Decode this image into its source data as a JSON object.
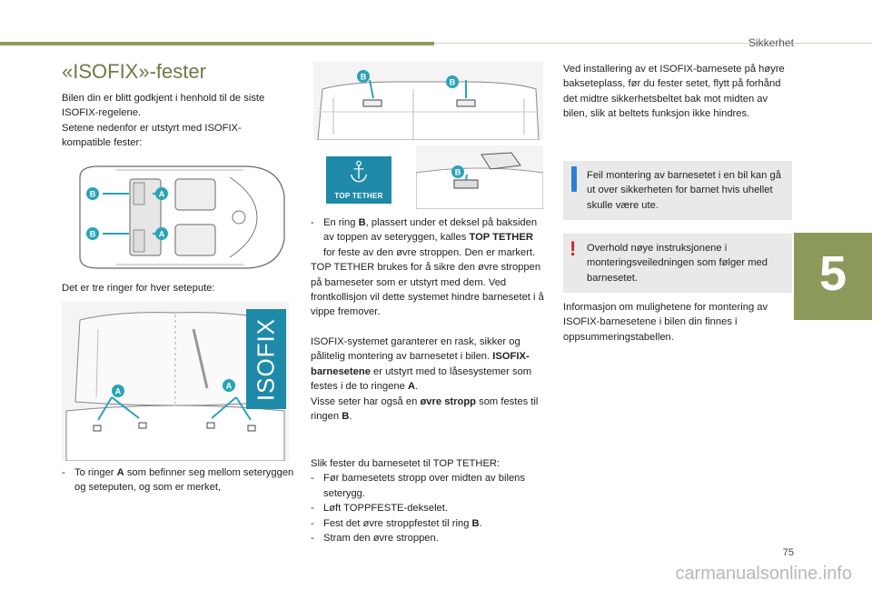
{
  "header": {
    "section": "Sikkerhet",
    "chapter": "5"
  },
  "page": {
    "number": "75",
    "watermark": "carmanualsonline.info"
  },
  "title": "«ISOFIX»-fester",
  "intro": {
    "p1": "Bilen din er blitt godkjent i henhold til de siste ISOFIX-regelene.",
    "p2": "Setene nedenfor er utstyrt med ISOFIX-kompatible fester:"
  },
  "three_rings": "Det er tre ringer for hver setepute:",
  "ring_a": {
    "dash": "-",
    "pre": "To ringer ",
    "bold": "A",
    "post": " som befinner seg mellom seteryggen og seteputen, og som er merket,"
  },
  "figure_labels": {
    "a": "A",
    "b": "B",
    "isofix": "ISOFIX",
    "top_tether": "TOP TETHER"
  },
  "ring_b": {
    "dash": "-",
    "pre": "En ring ",
    "bold": "B",
    "mid": ", plassert under et deksel på baksiden av toppen av seteryggen, kalles ",
    "bold2": "TOP TETHER",
    "post": " for feste av den øvre stroppen. Den er markert."
  },
  "top_tether_text": "TOP TETHER brukes for å sikre den øvre stroppen på barneseter som er utstyrt med dem. Ved frontkollisjon vil dette systemet hindre barnesetet i å vippe fremover.",
  "isofix_system": {
    "p1": "ISOFIX-systemet garanterer en rask, sikker og pålitelig montering av barnesetet i bilen.",
    "bold1": "ISOFIX-barnesetene",
    "p2": " er utstyrt med to låsesystemer som festes i de to ringene ",
    "bold2": "A",
    "p3": ".",
    "p4": "Visse seter har også en ",
    "bold3": "øvre stropp",
    "p5": " som festes til ringen ",
    "bold4": "B",
    "p6": "."
  },
  "steps": {
    "intro": "Slik fester du barnesetet til TOP TETHER:",
    "items": [
      {
        "dash": "-",
        "text": "Før barnesetets stropp over midten av bilens seterygg."
      },
      {
        "dash": "-",
        "text": "Løft TOPPFESTE-dekselet."
      },
      {
        "dash": "-",
        "pre": "Fest det øvre stroppfestet til ring ",
        "bold": "B",
        "post": "."
      },
      {
        "dash": "-",
        "text": "Stram den øvre stroppen."
      }
    ]
  },
  "right_col": {
    "install": "Ved installering av et ISOFIX-barnesete på høyre bakseteplass, før du fester setet, flytt på forhånd det midtre sikkerhetsbeltet bak mot midten av bilen, slik at beltets funksjon ikke hindres.",
    "info_note": "Feil montering av barnesetet i en bil kan gå ut over sikkerheten for barnet hvis uhellet skulle være ute.",
    "warn_symbol": "!",
    "warn_note": "Overhold nøye instruksjonene i monteringsveiledningen som følger med barnesetet.",
    "outro": "Informasjon om mulighetene for montering av ISOFIX-barnesetene i bilen din finnes i oppsummeringstabellen."
  },
  "colors": {
    "accent": "#8b9a5b",
    "teal": "#1e8aa8",
    "marker": "#2aa3b8",
    "info": "#2a7fd4",
    "warning": "#d81e1e"
  }
}
